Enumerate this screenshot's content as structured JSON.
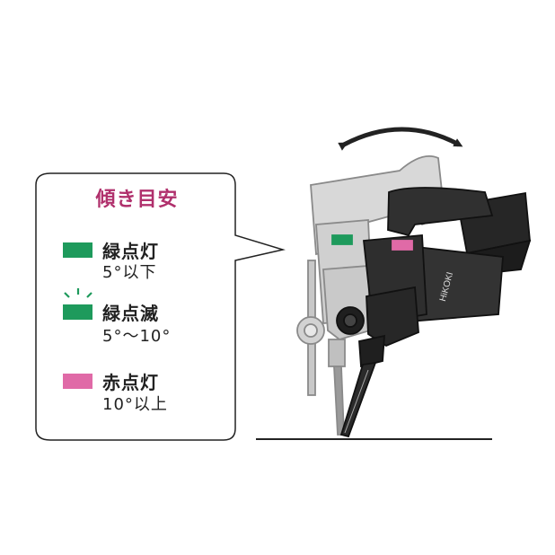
{
  "legend": {
    "title": "傾き目安",
    "items": [
      {
        "state": "緑点灯",
        "range": "5°以下",
        "color": "#1e9a5c",
        "blinking": false
      },
      {
        "state": "緑点滅",
        "range": "5°～10°",
        "color": "#1e9a5c",
        "blinking": true
      },
      {
        "state": "赤点灯",
        "range": "10°以上",
        "color": "#e06aa7",
        "blinking": false
      }
    ]
  },
  "tool": {
    "brand_mark": "HiKOKI"
  },
  "colors": {
    "title": "#b0306c",
    "green_led": "#1e9a5c",
    "pink_led": "#e06aa7",
    "tool_dark": "#2b2b2b",
    "tool_ghost": "#cfcfcf"
  }
}
